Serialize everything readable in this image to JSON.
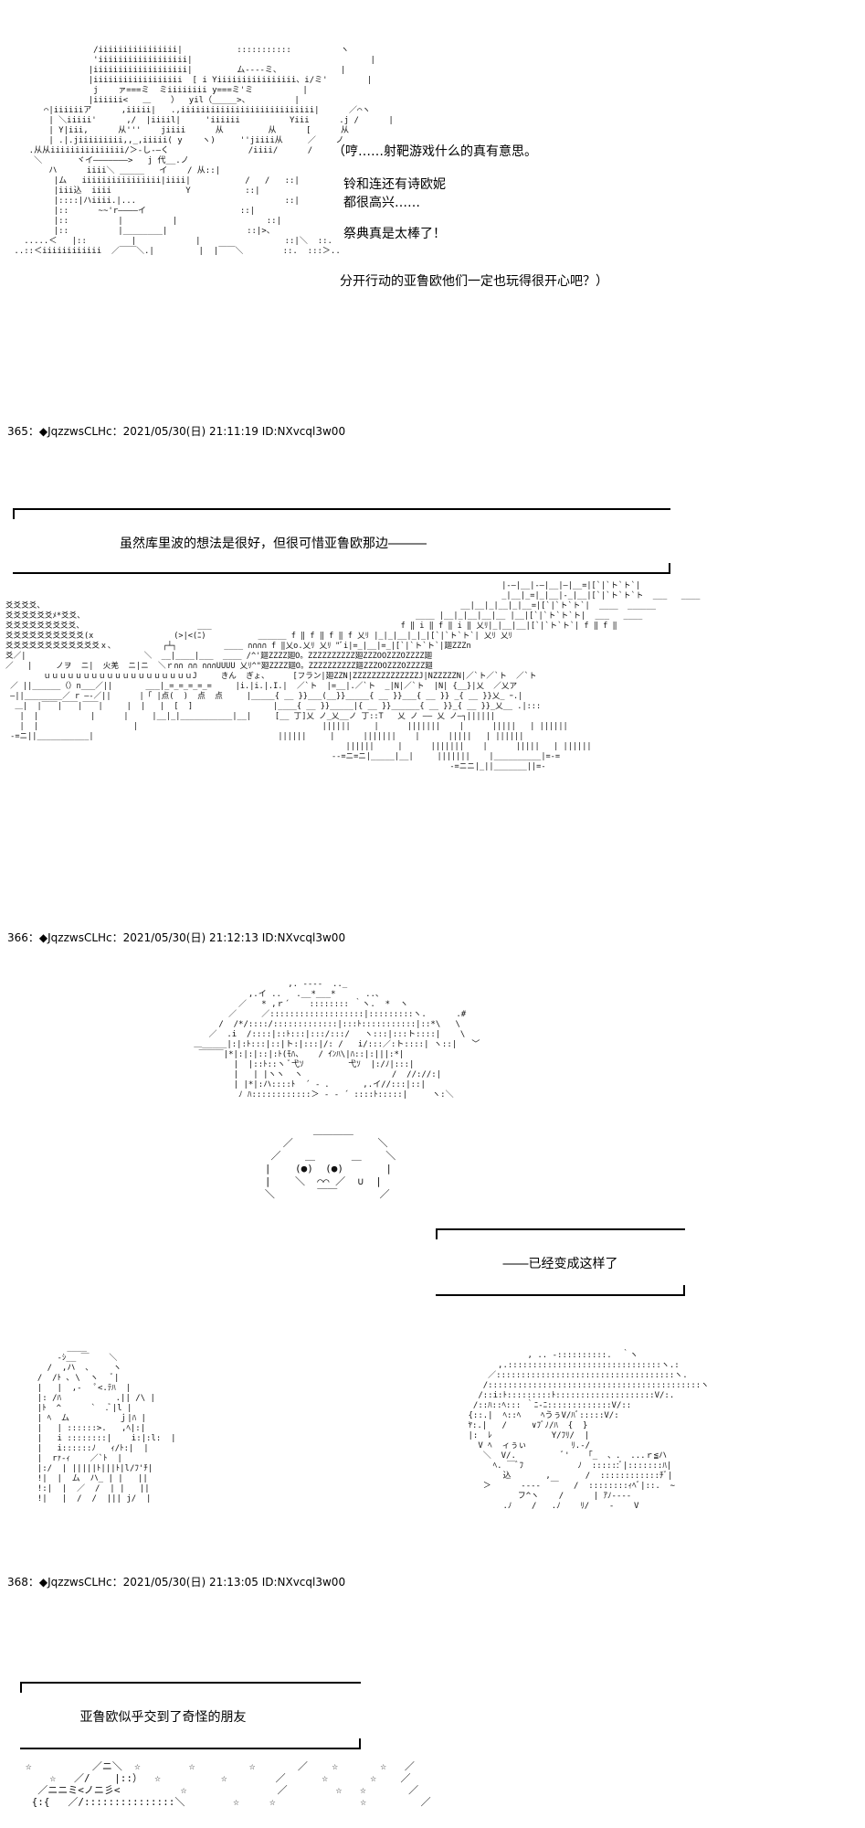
{
  "posts": [
    {
      "header": "365：◆JqzzwsCLHc：2021/05/30(日) 21:11:19 ID:NXvcql3w00"
    },
    {
      "header": "366：◆JqzzwsCLHc：2021/05/30(日) 21:12:13 ID:NXvcql3w00"
    },
    {
      "header": "368：◆JqzzwsCLHc：2021/05/30(日) 21:13:05 ID:NXvcql3w00"
    }
  ],
  "dialogue": {
    "line1": "（哼……射靶游戏什么的真有意思。",
    "line2": "铃和连还有诗欧妮",
    "line3": "都很高兴……",
    "line4": "祭典真是太棒了！",
    "line5": "分开行动的亚鲁欧他们一定也玩得很开心吧？）"
  },
  "captions": {
    "kuribo": "虽然库里波的想法是很好，但很可惜亚鲁欧那边―――",
    "already": "――已经变成这样了",
    "friend": "亚鲁欧似乎交到了奇怪的朋友"
  }
}
